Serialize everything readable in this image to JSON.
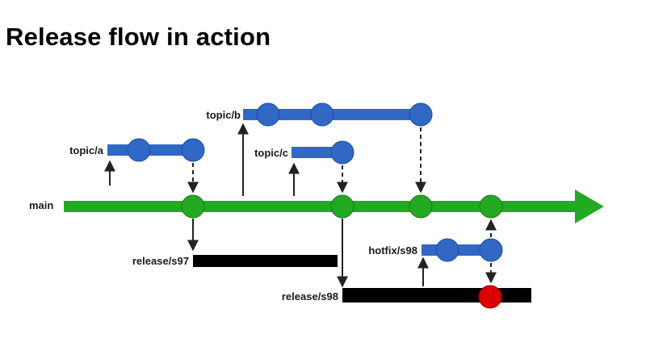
{
  "title": "Release flow in action",
  "colors": {
    "main": "#22aa22",
    "main_stroke": "#1d7a1d",
    "topic": "#3168c6",
    "topic_stroke": "#1f4d9e",
    "release": "#000000",
    "conflict": "#dd0000",
    "arrow": "#222222"
  },
  "branches": {
    "main": "main",
    "topic_a": "topic/a",
    "topic_b": "topic/b",
    "topic_c": "topic/c",
    "release_s97": "release/s97",
    "release_s98": "release/s98",
    "hotfix_s98": "hotfix/s98"
  }
}
